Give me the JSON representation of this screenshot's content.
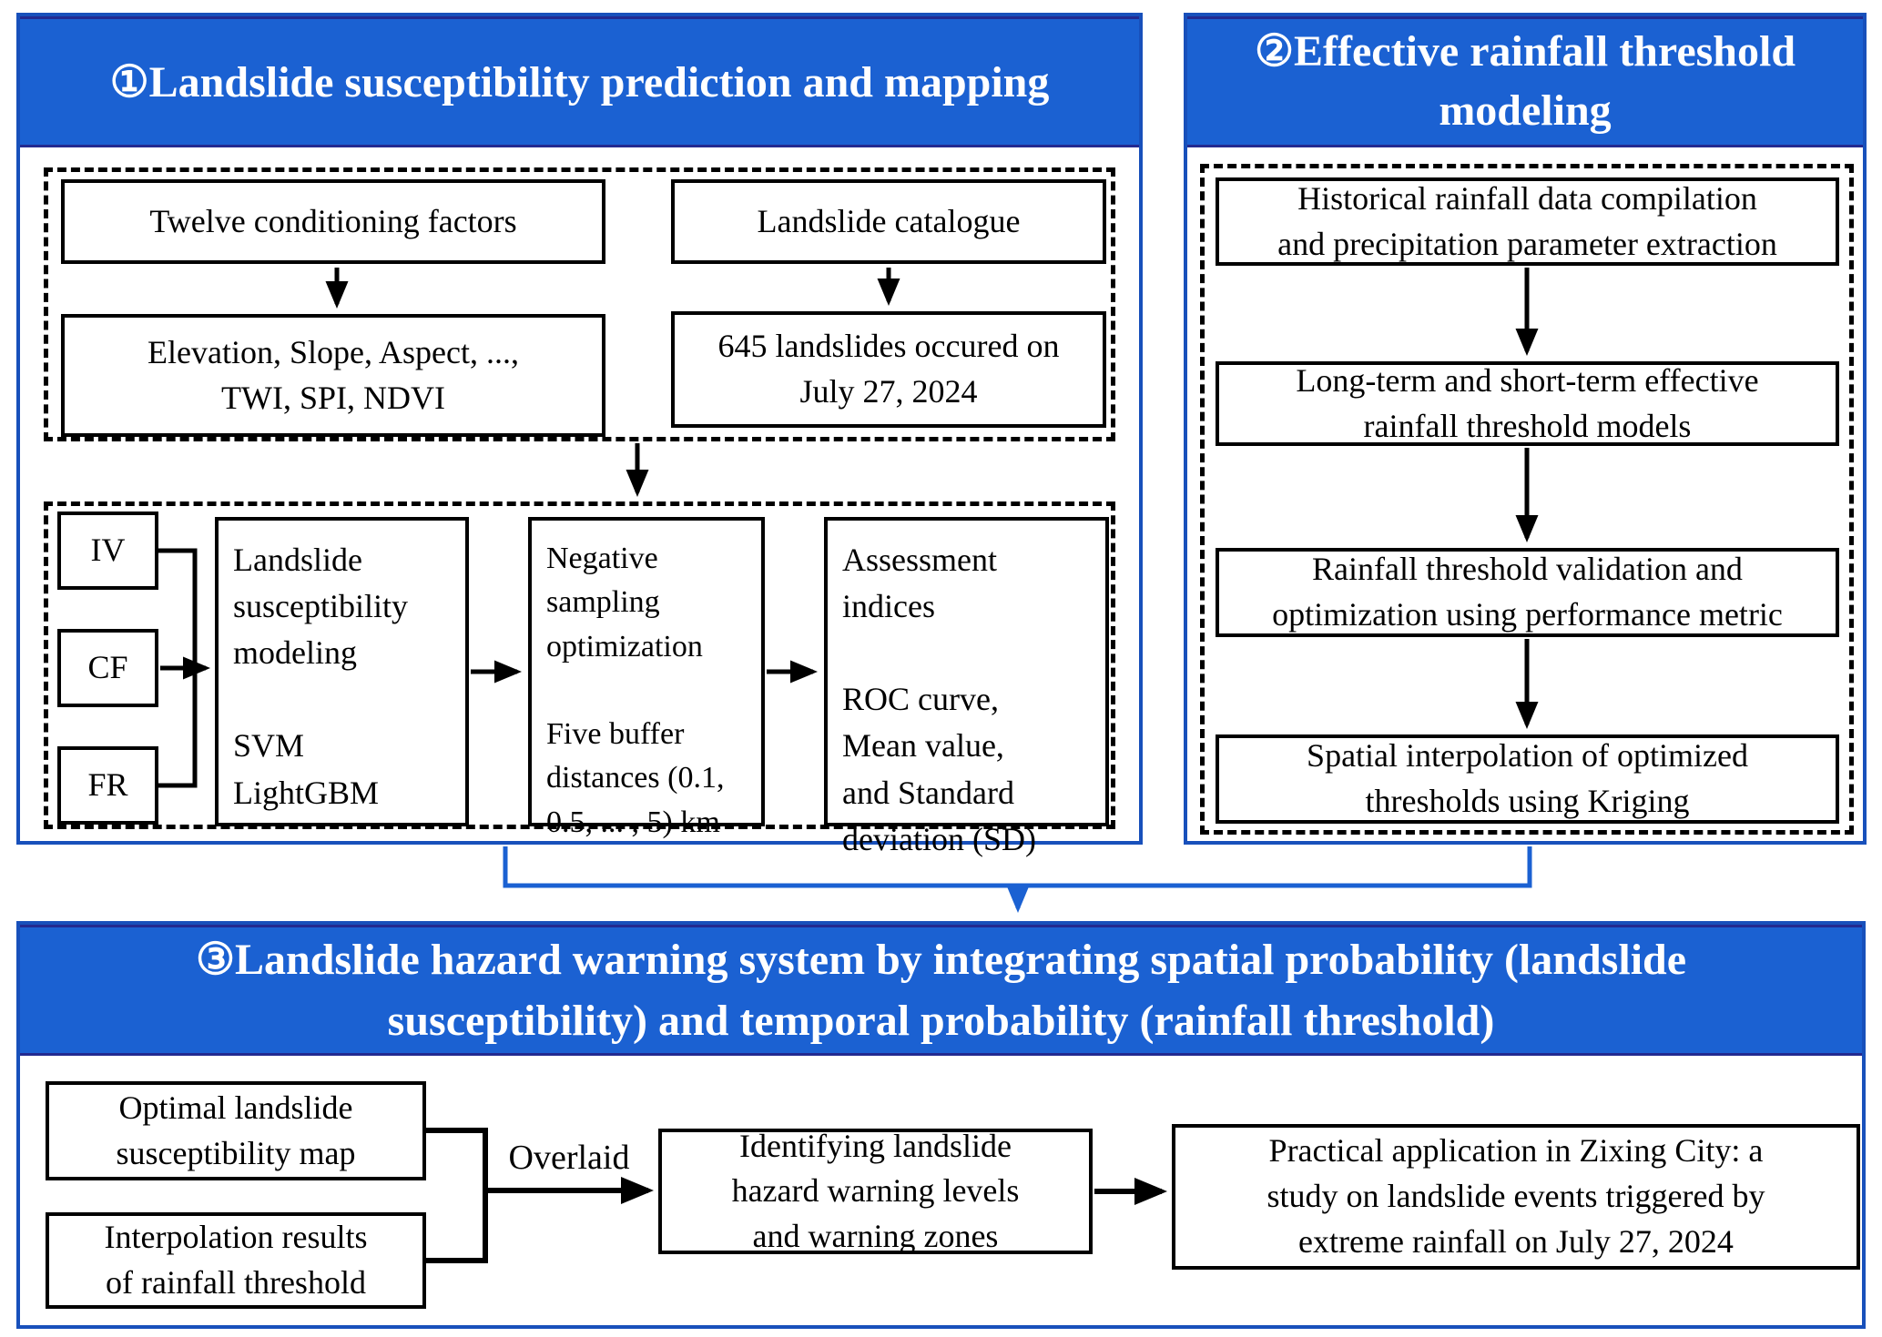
{
  "colors": {
    "panel_fill_blue": "#1b61d2",
    "panel_border_blue": "#1850bb",
    "header_accent_navy": "#232a90",
    "box_border_black": "#000000",
    "title_text_white": "#ffffff"
  },
  "panel1": {
    "title": "①Landslide susceptibility prediction and mapping",
    "boxes": {
      "factors": "Twelve conditioning factors",
      "catalogue": "Landslide catalogue",
      "factor_list": "Elevation, Slope, Aspect, ...,\nTWI, SPI, NDVI",
      "landslide_count": "645 landslides occured on\nJuly 27, 2024",
      "iv": "IV",
      "cf": "CF",
      "fr": "FR",
      "modeling": "Landslide\nsusceptibility\nmodeling\n\nSVM\nLightGBM",
      "sampling": "Negative\nsampling\noptimization\n\nFive buffer\ndistances (0.1,\n0.5, ... , 5) km",
      "assessment": "Assessment\nindices\n\nROC curve,\nMean value,\nand Standard\ndeviation (SD)"
    }
  },
  "panel2": {
    "title": "②Effective rainfall threshold\nmodeling",
    "steps": [
      "Historical rainfall data compilation\nand precipitation parameter extraction",
      "Long-term and short-term effective\nrainfall threshold models",
      "Rainfall threshold validation and\noptimization using performance metric",
      "Spatial interpolation of optimized\nthresholds using Kriging"
    ]
  },
  "panel3": {
    "title": "③Landslide hazard warning system by integrating spatial probability (landslide\nsusceptibility) and temporal probability (rainfall threshold)",
    "overlaid_label": "Overlaid",
    "boxes": {
      "susceptibility_map": "Optimal landslide\nsusceptibility map",
      "interpolation": "Interpolation results\nof rainfall threshold",
      "warning": "Identifying landslide\nhazard warning levels\nand warning zones",
      "application": "Practical application in Zixing City: a\nstudy on landslide events triggered by\nextreme rainfall on July 27, 2024"
    }
  }
}
